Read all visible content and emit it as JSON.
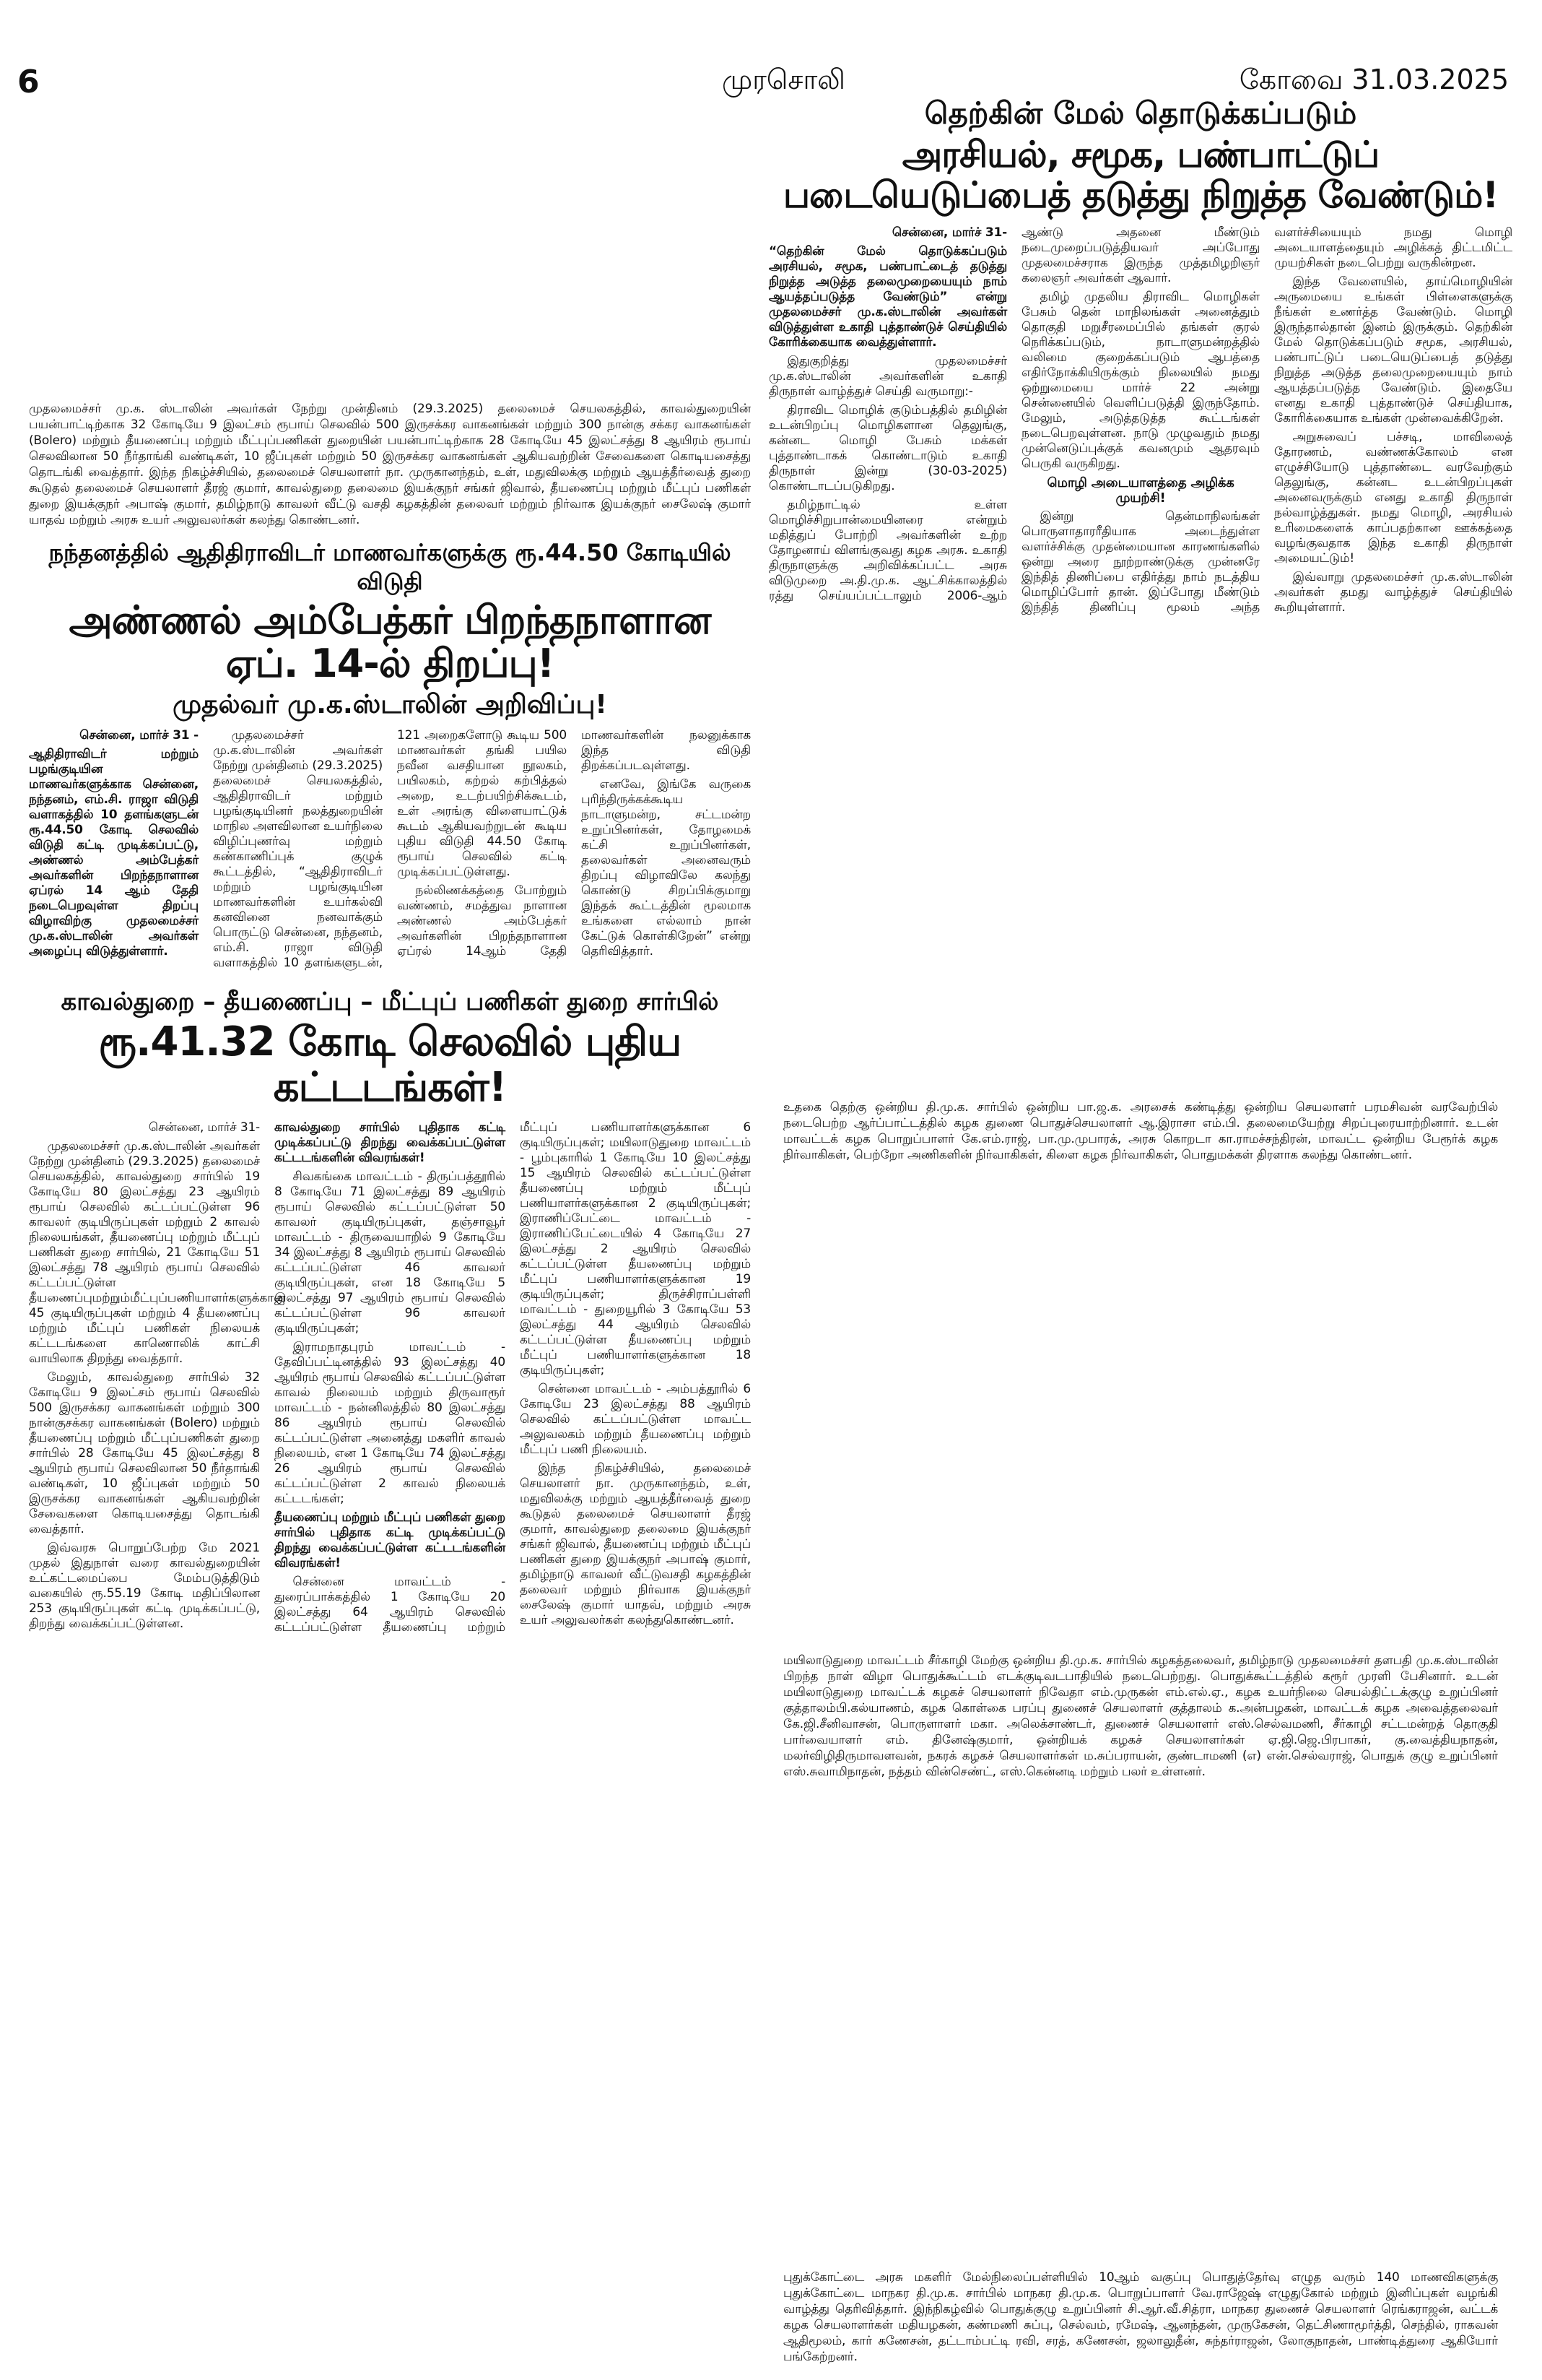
{
  "masthead": {
    "page_number": "6",
    "paper_name": "முரசொலி",
    "edition_date": "கோவை  31.03.2025"
  },
  "article1": {
    "kicker": "தெற்கின் மேல் தொடுக்கப்படும்",
    "headline": "அரசியல், சமூக, பண்பாட்டுப் படையெடுப்பைத் தடுத்து நிறுத்த வேண்டும்!",
    "dateline": "சென்னை, மார்ச் 31-",
    "lead": "“தெற்கின் மேல் தொடுக்கப்படும் அரசியல், சமூக, பண்பாட்டைத் தடுத்து நிறுத்த அடுத்த தலைமுறையையும் நாம் ஆயத்தப்படுத்த வேண்டும்” என்று முதலமைச்சர் மு.க.ஸ்டாலின் அவர்கள் விடுத்துள்ள உகாதி புத்தாண்டுச் செய்தியில் கோரிக்கையாக வைத்துள்ளார்.",
    "paragraphs": [
      "இதுகுறித்து முதலமைச்சர் மு.க.ஸ்டாலின் அவர்களின் உகாதி திருநாள் வாழ்த்துச் செய்தி வருமாறு:-",
      "திராவிட மொழிக் குடும்பத்தில் தமிழின் உடன்பிறப்பு மொழிகளான தெலுங்கு, கன்னட மொழி பேசும் மக்கள் புத்தாண்டாகக் கொண்டாடும் உகாதி திருநாள் இன்று (30-03-2025) கொண்டாடப்படுகிறது.",
      "தமிழ்நாட்டில் உள்ள மொழிச்சிறுபான்மையினரை என்றும் மதித்துப் போற்றி அவர்களின் உற்ற தோழனாய் விளங்குவது கழக அரசு. உகாதி திருநாளுக்கு அறிவிக்கப்பட்ட அரசு விடுமுறை அ.தி.மு.க. ஆட்சிக்காலத்தில் ரத்து செய்யப்பட்டாலும் 2006-ஆம் ஆண்டு அதனை மீண்டும் நடைமுறைப்படுத்தியவர் அப்போது முதலமைச்சராக இருந்த முத்தமிழறிஞர் கலைஞர் அவர்கள் ஆவார்.",
      "தமிழ் முதலிய திராவிட மொழிகள் பேசும் தென் மாநிலங்கள் அனைத்தும் தொகுதி மறுசீரமைப்பில் தங்கள் குரல் நெரிக்கப்படும், நாடாளுமன்றத்தில் வலிமை குறைக்கப்படும் ஆபத்தை எதிர்நோக்கியிருக்கும் நிலையில் நமது ஒற்றுமையை மார்ச் 22 அன்று சென்னையில் வெளிப்படுத்தி இருந்தோம். மேலும், அடுத்தடுத்த கூட்டங்கள் நடைபெறவுள்ளன. நாடு முழுவதும் நமது முன்னெடுப்புக்குக் கவனமும் ஆதரவும் பெருகி வருகிறது."
    ],
    "subhead": "மொழி அடையாளத்தை அழிக்க முயற்சி!",
    "paragraphs2": [
      "இன்று தென்மாநிலங்கள் பொருளாதாரரீதியாக அடைந்துள்ள வளர்ச்சிக்கு முதன்மையான காரணங்களில் ஒன்று அரை நூற்றாண்டுக்கு முன்னரே இந்தித் திணிப்பை எதிர்த்து நாம் நடத்திய மொழிப்போர் தான். இப்போது மீண்டும் இந்தித் திணிப்பு மூலம் அந்த வளர்ச்சியையும் நமது மொழி அடையாளத்தையும் அழிக்கத் திட்டமிட்ட முயற்சிகள் நடைபெற்று வருகின்றன.",
      "இந்த வேளையில், தாய்மொழியின் அருமையை உங்கள் பிள்ளைகளுக்கு நீங்கள் உணர்த்த வேண்டும். மொழி இருந்தால்தான் இனம் இருக்கும். தெற்கின் மேல் தொடுக்கப்படும் சமூக, அரசியல், பண்பாட்டுப் படையெடுப்பைத் தடுத்து நிறுத்த அடுத்த தலைமுறையையும் நாம் ஆயத்தப்படுத்த வேண்டும். இதையே எனது உகாதி புத்தாண்டுச் செய்தியாக, கோரிக்கையாக உங்கள் முன்வைக்கிறேன்.",
      "அறுசுவைப் பச்சடி, மாவிலைத் தோரணம், வண்ணக்கோலம் என எழுச்சியோடு புத்தாண்டை வரவேற்கும் தெலுங்கு, கன்னட உடன்பிறப்புகள் அனைவருக்கும் எனது உகாதி திருநாள் நல்வாழ்த்துகள். நமது மொழி, அரசியல் உரிமைகளைக் காப்பதற்கான ஊக்கத்தை வழங்குவதாக இந்த உகாதி திருநாள் அமையட்டும்!",
      "இவ்வாறு முதலமைச்சர் மு.க.ஸ்டாலின் அவர்கள் தமது வாழ்த்துச் செய்தியில் கூறியுள்ளார்."
    ]
  },
  "photo_caption_vehicles": "முதலமைச்சர் மு.க. ஸ்டாலின் அவர்கள் நேற்று முன்தினம் (29.3.2025) தலைமைச் செயலகத்தில், காவல்துறையின் பயன்பாட்டிற்காக 32 கோடியே 9 இலட்சம் ரூபாய் செலவில் 500 இருசக்கர வாகனங்கள் மற்றும் 300 நான்கு சக்கர வாகனங்கள் (Bolero) மற்றும் தீயணைப்பு மற்றும் மீட்புப்பணிகள் துறையின் பயன்பாட்டிற்காக 28 கோடியே 45 இலட்சத்து 8 ஆயிரம் ரூபாய் செலவிலான 50 நீர்தாங்கி வண்டிகள், 10 ஜீப்புகள் மற்றும் 50 இருசக்கர வாகனங்கள் ஆகியவற்றின் சேவைகளை கொடியசைத்து தொடங்கி வைத்தார். இந்த நிகழ்ச்சியில், தலைமைச் செயலாளர் நா. முருகானந்தம், உள், மதுவிலக்கு மற்றும் ஆயத்தீர்வைத் துறை கூடுதல் தலைமைச் செயலாளர் தீரஜ் குமார், காவல்துறை தலைமை இயக்குநர் சங்கர் ஜிவால், தீயணைப்பு மற்றும் மீட்புப் பணிகள் துறை இயக்குநர் அபாஷ் குமார், தமிழ்நாடு காவலர் வீட்டு வசதி கழகத்தின் தலைவர் மற்றும் நிர்வாக இயக்குநர் சைலேஷ் குமார் யாதவ் மற்றும் அரசு உயர் அலுவலர்கள் கலந்து கொண்டனர்.",
  "article2": {
    "kicker": "நந்தனத்தில் ஆதிதிராவிடர் மாணவர்களுக்கு ரூ.44.50 கோடியில் விடுதி",
    "headline": "அண்ணல் அம்பேத்கர் பிறந்தநாளான ஏப். 14-ல் திறப்பு!",
    "subheadline": "முதல்வர் மு.க.ஸ்டாலின் அறிவிப்பு!",
    "dateline": "சென்னை, மார்ச் 31 -",
    "lead": "ஆதிதிராவிடர் மற்றும் பழங்குடியின மாணவர்களுக்காக சென்னை, நந்தனம், எம்.சி. ராஜா விடுதி வளாகத்தில் 10 தளங்களுடன் ரூ.44.50 கோடி செலவில் விடுதி கட்டி முடிக்கப்பட்டு, அண்ணல் அம்பேத்கர் அவர்களின் பிறந்தநாளான ஏப்ரல் 14 ஆம் தேதி நடைபெறவுள்ள திறப்பு விழாவிற்கு முதலமைச்சர் மு.க.ஸ்டாலின் அவர்கள் அழைப்பு விடுத்துள்ளார்.",
    "paragraphs": [
      "முதலமைச்சர் மு.க.ஸ்டாலின் அவர்கள் நேற்று முன்தினம் (29.3.2025) தலைமைச் செயலகத்தில், ஆதிதிராவிடர் மற்றும் பழங்குடியினர் நலத்துறையின் மாநில அளவிலான உயர்நிலை விழிப்புணர்வு மற்றும் கண்காணிப்புக் குழுக் கூட்டத்தில், “ஆதிதிராவிடர் மற்றும் பழங்குடியின மாணவர்களின் உயர்கல்வி கனவினை நனவாக்கும் பொருட்டு சென்னை, நந்தனம், எம்.சி. ராஜா விடுதி வளாகத்தில் 10 தளங்களுடன், 121 அறைகளோடு கூடிய 500 மாணவர்கள் தங்கி பயில நவீன வசதியான நூலகம், பயிலகம், கற்றல் கற்பித்தல் அறை, உடற்பயிற்சிக்கூடம், உள் அரங்கு விளையாட்டுக் கூடம் ஆகியவற்றுடன் கூடிய புதிய விடுதி 44.50 கோடி ரூபாய் செலவில் கட்டி முடிக்கப்பட்டுள்ளது.",
      "நல்லிணக்கத்தை போற்றும் வண்ணம், சமத்துவ நாளான அண்ணல் அம்பேத்கர் அவர்களின் பிறந்தநாளான ஏப்ரல் 14ஆம் தேதி மாணவர்களின் நலனுக்காக இந்த விடுதி திறக்கப்படவுள்ளது.",
      "எனவே, இங்கே வருகை புரிந்திருக்கக்கூடிய நாடாளுமன்ற, சட்டமன்ற உறுப்பினர்கள், தோழமைக் கட்சி உறுப்பினர்கள், தலைவர்கள் அனைவரும் திறப்பு விழாவிலே கலந்து கொண்டு சிறப்பிக்குமாறு இந்தக் கூட்டத்தின் மூலமாக உங்களை எல்லாம் நான் கேட்டுக் கொள்கிறேன்” என்று தெரிவித்தார்."
    ]
  },
  "article3": {
    "kicker": "காவல்துறை – தீயணைப்பு – மீட்புப் பணிகள் துறை சார்பில்",
    "headline": "ரூ.41.32 கோடி செலவில் புதிய கட்டடங்கள்!",
    "dateline": "சென்னை, மார்ச் 31-",
    "paragraphs": [
      "முதலமைச்சர் மு.க.ஸ்டாலின் அவர்கள் நேற்று முன்தினம் (29.3.2025) தலைமைச் செயலகத்தில், காவல்துறை சார்பில் 19 கோடியே 80 இலட்சத்து 23 ஆயிரம் ரூபாய் செலவில் கட்டப்பட்டுள்ள 96 காவலர் குடியிருப்புகள் மற்றும் 2 காவல் நிலையங்கள், தீயணைப்பு மற்றும் மீட்புப் பணிகள் துறை சார்பில், 21 கோடியே 51 இலட்சத்து 78 ஆயிரம் ரூபாய் செலவில் கட்டப்பட்டுள்ள தீயணைப்புமற்றும்மீட்புப்பணியாளர்களுக்கான 45 குடியிருப்புகள் மற்றும் 4 தீயணைப்பு மற்றும் மீட்புப் பணிகள் நிலையக் கட்டடங்களை காணொலிக் காட்சி வாயிலாக திறந்து வைத்தார்.",
      "மேலும், காவல்துறை சார்பில் 32 கோடியே 9 இலட்சம் ரூபாய் செலவில் 500 இருசக்கர வாகனங்கள் மற்றும் 300 நான்குசக்கர வாகனங்கள் (Bolero) மற்றும் தீயணைப்பு மற்றும் மீட்புப்பணிகள் துறை சார்பில் 28 கோடியே 45 இலட்சத்து 8 ஆயிரம் ரூபாய் செலவிலான 50 நீர்தாங்கி வண்டிகள், 10 ஜீப்புகள் மற்றும் 50 இருசக்கர வாகனங்கள் ஆகியவற்றின் சேவைகளை கொடியசைத்து தொடங்கி வைத்தார்.",
      "இவ்வரசு பொறுப்பேற்ற மே 2021 முதல் இதுநாள் வரை காவல்துறையின் உட்கட்டமைப்பை மேம்படுத்திடும் வகையில் ரூ.55.19 கோடி மதிப்பிலான 253 குடியிருப்புகள் கட்டி முடிக்கப்பட்டு, திறந்து வைக்கப்பட்டுள்ளன."
    ],
    "subhead1": "காவல்துறை சார்பில் புதிதாக கட்டி முடிக்கப்பட்டு திறந்து வைக்கப்பட்டுள்ள கட்டடங்களின் விவரங்கள்!",
    "paragraphs2": [
      "சிவகங்கை மாவட்டம் - திருப்பத்தூரில் 8 கோடியே 71 இலட்சத்து 89 ஆயிரம் ரூபாய் செலவில் கட்டப்பட்டுள்ள 50 காவலர் குடியிருப்புகள், தஞ்சாவூர் மாவட்டம் - திருவையாறில் 9 கோடியே 34 இலட்சத்து 8 ஆயிரம் ரூபாய் செலவில் கட்டப்பட்டுள்ள 46 காவலர் குடியிருப்புகள், என 18 கோடியே 5 இலட்சத்து 97 ஆயிரம் ரூபாய் செலவில் கட்டப்பட்டுள்ள 96 காவலர் குடியிருப்புகள்;",
      "இராமநாதபுரம் மாவட்டம் - தேவிப்பட்டினத்தில் 93 இலட்சத்து 40 ஆயிரம் ரூபாய் செலவில் கட்டப்பட்டுள்ள காவல் நிலையம் மற்றும் திருவாரூர் மாவட்டம் - நன்னிலத்தில் 80 இலட்சத்து 86 ஆயிரம் ரூபாய் செலவில் கட்டப்பட்டுள்ள அனைத்து மகளிர் காவல் நிலையம், என 1 கோடியே 74 இலட்சத்து 26 ஆயிரம் ரூபாய் செலவில் கட்டப்பட்டுள்ள 2 காவல் நிலையக் கட்டடங்கள்;"
    ],
    "subhead2": "தீயணைப்பு மற்றும் மீட்புப் பணிகள் துறை சார்பில் புதிதாக கட்டி முடிக்கப்பட்டு திறந்து வைக்கப்பட்டுள்ள கட்டடங்களின் விவரங்கள்!",
    "paragraphs3": [
      "சென்னை மாவட்டம் - துரைப்பாக்கத்தில் 1 கோடியே 20 இலட்சத்து 64 ஆயிரம் செலவில் கட்டப்பட்டுள்ள தீயணைப்பு மற்றும் மீட்புப் பணியாளர்களுக்கான 6 குடியிருப்புகள்; மயிலாடுதுறை மாவட்டம் - பூம்புகாரில் 1 கோடியே 10 இலட்சத்து 15 ஆயிரம் செலவில் கட்டப்பட்டுள்ள தீயணைப்பு மற்றும் மீட்புப் பணியாளர்களுக்கான 2 குடியிருப்புகள்; இராணிப்பேட்டை மாவட்டம் - இராணிப்பேட்டையில் 4 கோடியே 27 இலட்சத்து 2 ஆயிரம் செலவில் கட்டப்பட்டுள்ள தீயணைப்பு மற்றும் மீட்புப் பணியாளர்களுக்கான 19 குடியிருப்புகள்; திருச்சிராப்பள்ளி மாவட்டம் - துறையூரில் 3 கோடியே 53 இலட்சத்து 44 ஆயிரம் செலவில் கட்டப்பட்டுள்ள தீயணைப்பு மற்றும் மீட்புப் பணியாளர்களுக்கான 18 குடியிருப்புகள்;",
      "சென்னை மாவட்டம் - அம்பத்தூரில் 6 கோடியே 23 இலட்சத்து 88 ஆயிரம் செலவில் கட்டப்பட்டுள்ள மாவட்ட அலுவலகம் மற்றும் தீயணைப்பு மற்றும் மீட்புப் பணி நிலையம்.",
      "இந்த நிகழ்ச்சியில், தலைமைச் செயலாளர் நா. முருகானந்தம், உள், மதுவிலக்கு மற்றும் ஆயத்தீர்வைத் துறை கூடுதல் தலைமைச் செயலாளர் தீரஜ் குமார், காவல்துறை தலைமை இயக்குநர் சங்கர் ஜிவால், தீயணைப்பு மற்றும் மீட்புப் பணிகள் துறை இயக்குநர் அபாஷ் குமார், தமிழ்நாடு காவலர் வீட்டுவசதி கழகத்தின் தலைவர் மற்றும் நிர்வாக இயக்குநர் சைலேஷ் குமார் யாதவ், மற்றும் அரசு உயர் அலுவலர்கள் கலந்துகொண்டனர்."
    ]
  },
  "captions": {
    "udhagai": "உதகை தெற்கு ஒன்றிய தி.மு.க. சார்பில் ஒன்றிய பா.ஜ.க. அரசைக் கண்டித்து ஒன்றிய செயலாளர் பரமசிவன் வரவேற்பில் நடைபெற்ற ஆர்ப்பாட்டத்தில் கழக துணை பொதுச்செயலாளர் ஆ.இராசா எம்.பி. தலைமையேற்று சிறப்புரையாற்றினார். உடன் மாவட்டக் கழக பொறுப்பாளர் கே.எம்.ராஜ், பா.மு.முபாரக், அரசு கொறடா கா.ராமச்சந்திரன், மாவட்ட ஒன்றிய பேரூர்க் கழக நிர்வாகிகள், பெற்றோ அணிகளின் நிர்வாகிகள், கிளை கழக நிர்வாகிகள், பொதுமக்கள் திரளாக கலந்து கொண்டனர்.",
    "mayiladuthurai": "மயிலாடுதுறை மாவட்டம் சீர்காழி மேற்கு ஒன்றிய தி.மு.க. சார்பில் கழகத்தலைவர், தமிழ்நாடு முதலமைச்சர் தளபதி மு.க.ஸ்டாலின் பிறந்த நாள் விழா பொதுக்கூட்டம் எடக்குடிவடபாதியில் நடைபெற்றது. பொதுக்கூட்டத்தில் கரூர் முரளி பேசினார். உடன் மயிலாடுதுறை மாவட்டக் கழகச் செயலாளர் நிவேதா எம்.முருகன் எம்.எல்.ஏ., கழக உயர்நிலை செயல்திட்டக்குழு உறுப்பினர் குத்தாலம்பி.கல்யாணம், கழக கொள்கை பரப்பு துணைச் செயலாளர் குத்தாலம் க.அன்பழகன், மாவட்டக் கழக அவைத்தலைவர் கே.ஜி.சீனிவாசன், பொருளாளர் மகா. அலெக்சாண்டர், துணைச் செயலாளர் எஸ்.செல்வமணி, சீர்காழி சட்டமன்றத் தொகுதி பார்வையாளர் எம். தினேஷ்குமார், ஒன்றியக் கழகச் செயலாளர்கள் ஏ.ஜி.ஜெ.பிரபாகர், கு.வைத்தியநாதன், மலர்விழிதிருமாவளவன், நகரக் கழகச் செயலாளர்கள் ம.சுப்பராயன், குண்டாமணி (எ) என்.செல்வராஜ், பொதுக் குழு உறுப்பினர் எஸ்.சுவாமிநாதன், நத்தம் வின்செண்ட், எஸ்.கென்னடி மற்றும் பலர் உள்ளனர்.",
    "pudukkottai": "புதுக்கோட்டை அரசு மகளிர் மேல்நிலைப்பள்ளியில் 10ஆம் வகுப்பு பொதுத்தேர்வு எழுத வரும் 140 மாணவிகளுக்கு புதுக்கோட்டை மாநகர தி.மு.க. சார்பில் மாநகர தி.மு.க. பொறுப்பாளர் வே.ராஜேஷ் எழுதுகோல் மற்றும் இனிப்புகள் வழங்கி வாழ்த்து தெரிவித்தார். இந்நிகழ்வில் பொதுக்குழு உறுப்பினர் சி.ஆர்.வீ.சித்ரா, மாநகர துணைச் செயலாளர் ரெங்கராஜன், வட்டக் கழக செயலாளர்கள் மதியழகன், கண்மணி சுப்பு, செல்வம், ரமேஷ், ஆனந்தன், முருகேசன், தெட்சிணாமூர்த்தி, செந்தில், ராகவன் ஆதிமூலம், கார் கணேசன், தட்டாம்பட்டி ரவி, சரத், கணேசன், ஜலாலுதீன், சுந்தர்ராஜன், லோகுநாதன், பாண்டித்துரை ஆகியோர் பங்கேற்றனர்."
  }
}
